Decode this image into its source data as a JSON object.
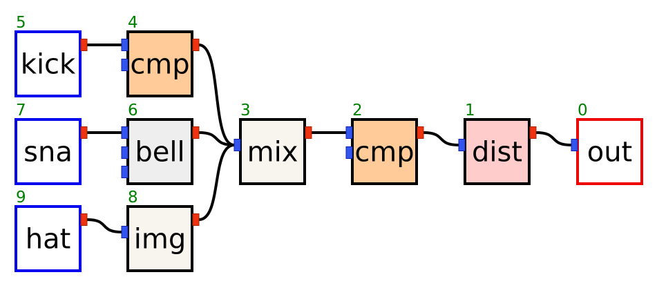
{
  "colors": {
    "input_border": "#0000ee",
    "output_border": "#ee0000",
    "box_border": "#000000",
    "index_text": "#008000",
    "port_in": "#3355ee",
    "port_out": "#ee3311",
    "wire": "#000000"
  },
  "nodes": [
    {
      "id": "kick",
      "index": "5",
      "label": "kick",
      "kind": "input",
      "fill": "#ffffff",
      "inputs": 0,
      "outputs": 1
    },
    {
      "id": "sna",
      "index": "7",
      "label": "sna",
      "kind": "input",
      "fill": "#ffffff",
      "inputs": 0,
      "outputs": 1
    },
    {
      "id": "hat",
      "index": "9",
      "label": "hat",
      "kind": "input",
      "fill": "#ffffff",
      "inputs": 0,
      "outputs": 1
    },
    {
      "id": "cmp4",
      "index": "4",
      "label": "cmp",
      "kind": "effect",
      "fill": "#ffcc99",
      "inputs": 2,
      "outputs": 1
    },
    {
      "id": "bell",
      "index": "6",
      "label": "bell",
      "kind": "effect",
      "fill": "#eeeeee",
      "inputs": 3,
      "outputs": 1
    },
    {
      "id": "img",
      "index": "8",
      "label": "img",
      "kind": "effect",
      "fill": "#f7f5ee",
      "inputs": 1,
      "outputs": 1
    },
    {
      "id": "mix",
      "index": "3",
      "label": "mix",
      "kind": "effect",
      "fill": "#f7f5ee",
      "inputs": 1,
      "outputs": 1
    },
    {
      "id": "cmp2",
      "index": "2",
      "label": "cmp",
      "kind": "effect",
      "fill": "#ffcc99",
      "inputs": 2,
      "outputs": 1
    },
    {
      "id": "dist",
      "index": "1",
      "label": "dist",
      "kind": "effect",
      "fill": "#ffcccc",
      "inputs": 1,
      "outputs": 1
    },
    {
      "id": "out",
      "index": "0",
      "label": "out",
      "kind": "output",
      "fill": "#ffffff",
      "inputs": 1,
      "outputs": 0
    }
  ],
  "edges": [
    {
      "from": "kick",
      "to": "cmp4",
      "in_port": 0
    },
    {
      "from": "sna",
      "to": "bell",
      "in_port": 0
    },
    {
      "from": "hat",
      "to": "img",
      "in_port": 0
    },
    {
      "from": "cmp4",
      "to": "mix",
      "in_port": 0
    },
    {
      "from": "bell",
      "to": "mix",
      "in_port": 0
    },
    {
      "from": "img",
      "to": "mix",
      "in_port": 0
    },
    {
      "from": "mix",
      "to": "cmp2",
      "in_port": 0
    },
    {
      "from": "cmp2",
      "to": "dist",
      "in_port": 0
    },
    {
      "from": "dist",
      "to": "out",
      "in_port": 0
    }
  ]
}
